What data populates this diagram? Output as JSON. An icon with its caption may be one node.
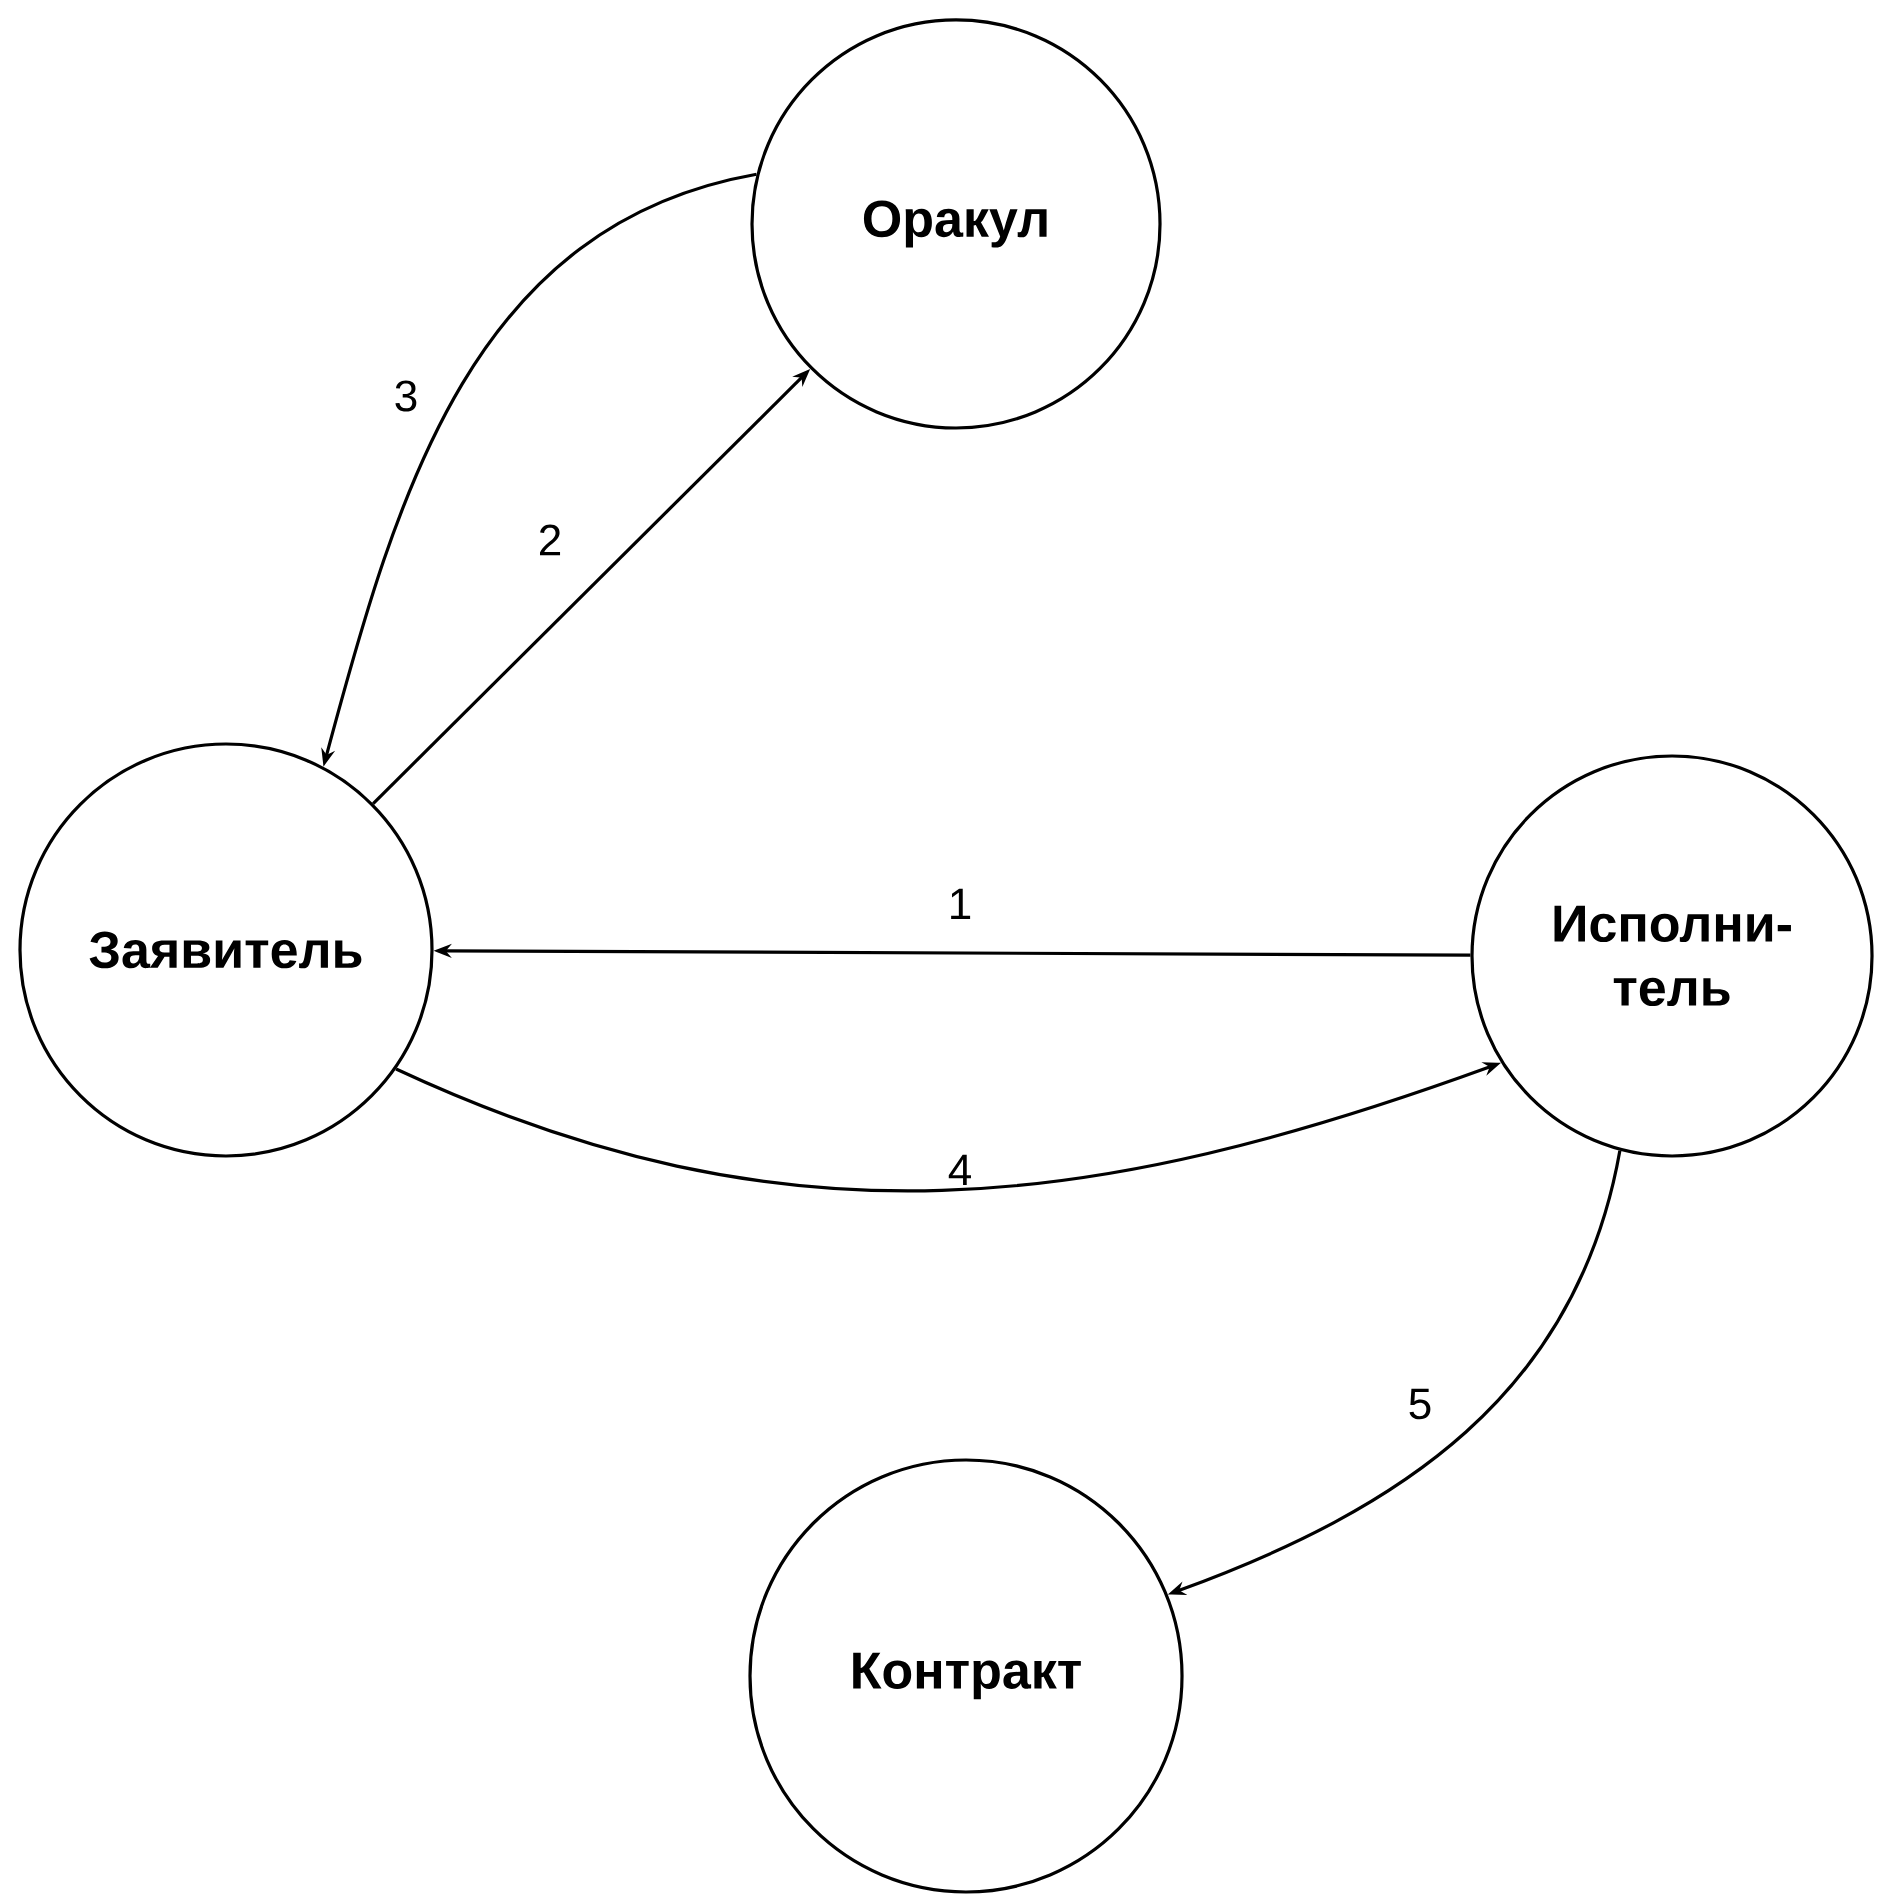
{
  "diagram": {
    "nodes": [
      {
        "text": [
          "Оракул"
        ]
      },
      {
        "text": [
          "Заявитель"
        ]
      },
      {
        "text": [
          "Исполни- тель"
        ]
      },
      {
        "text": [
          "Контракт"
        ]
      }
    ],
    "edges": [
      {
        "from": 2,
        "to": 1,
        "arrow": "to",
        "label": "1"
      },
      {
        "from": 1,
        "to": 0,
        "arrow": "to",
        "label": "2"
      },
      {
        "from": 0,
        "to": 1,
        "arrow": "to",
        "label": "3"
      },
      {
        "from": 1,
        "to": 2,
        "arrow": "to",
        "label": "4"
      },
      {
        "from": 2,
        "to": 3,
        "arrow": "to",
        "label": "5"
      }
    ]
  }
}
